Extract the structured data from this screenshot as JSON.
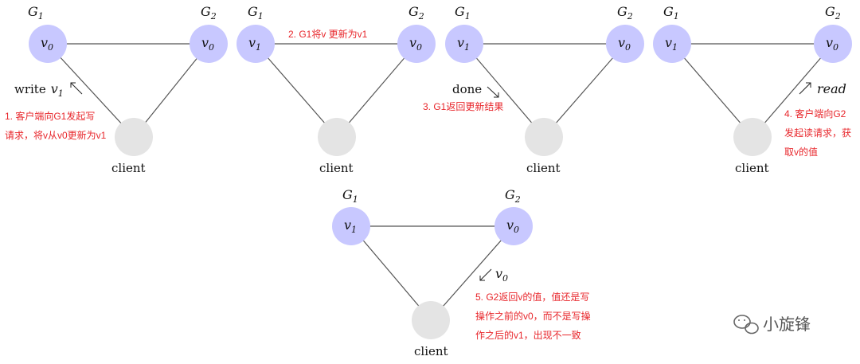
{
  "labels": {
    "g1": "G",
    "g2": "G",
    "sub1": "1",
    "sub2": "2",
    "client": "client",
    "v": "v",
    "v0sub": "0",
    "v1sub": "1"
  },
  "panel1": {
    "write_label": "write",
    "note_line1": "1. 客户端向G1发起写",
    "note_line2": "请求，将v从v0更新为v1"
  },
  "panel2": {
    "note": "2. G1将v 更新为v1"
  },
  "panel3": {
    "done_label": "done",
    "note": "3. G1返回更新结果"
  },
  "panel4": {
    "read_label": "read",
    "note_line1": "4. 客户端向G2",
    "note_line2": "发起读请求，获",
    "note_line3": "取v的值"
  },
  "panel5": {
    "note_line1": "5. G2返回v的值，值还是写",
    "note_line2": "操作之前的v0，而不是写操",
    "note_line3": "作之后的v1，出现不一致"
  },
  "watermark": {
    "text": "小旋锋",
    "icon": "wechat-icon"
  },
  "colors": {
    "node": "#c8c8ff",
    "client": "#e4e4e4",
    "note": "#e8262b"
  }
}
